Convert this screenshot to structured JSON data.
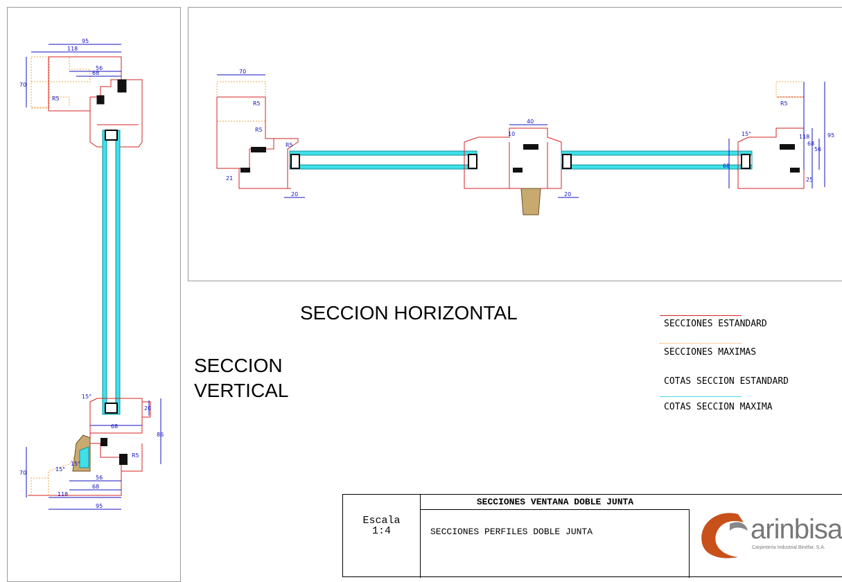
{
  "headings": {
    "horizontal": "SECCION HORIZONTAL",
    "vertical_line1": "SECCION",
    "vertical_line2": "VERTICAL"
  },
  "legend": [
    {
      "label": "SECCIONES ESTANDARD",
      "color": "#ff0000",
      "style": "solid"
    },
    {
      "label": "SECCIONES MAXIMAS",
      "color": "#ff9900",
      "style": "dotted"
    },
    {
      "label": "COTAS SECCION ESTANDARD",
      "color": "#0000ff",
      "style": "none"
    },
    {
      "label": "COTAS SECCION MAXIMA",
      "color": "#00bfff",
      "style": "solid"
    }
  ],
  "titleblock": {
    "scale_label": "Escala",
    "scale_value": "1:4",
    "title": "SECCIONES VENTANA DOBLE JUNTA",
    "description": "SECCIONES PERFILES DOBLE JUNTA",
    "logo_text": "arinbisa",
    "logo_sub": "Carpintería Industrial Binéfar, S.A."
  },
  "dimensions_vertical": {
    "top": [
      "95",
      "118",
      "56",
      "68",
      "70",
      "R5"
    ],
    "bottom": [
      "68",
      "20",
      "86",
      "R5",
      "56",
      "68",
      "118",
      "95",
      "70",
      "15°",
      "15°",
      "15°"
    ]
  },
  "dimensions_horizontal": [
    "70",
    "R5",
    "R5",
    "R5",
    "21",
    "20",
    "40",
    "10",
    "20",
    "68",
    "15°",
    "R5",
    "118",
    "68",
    "56",
    "95",
    "25"
  ],
  "colors": {
    "standard": "#d62020",
    "maximum": "#f0a040",
    "dims": "#1010c0",
    "glass": "#40e0e8",
    "gasket": "#111111",
    "wood_trim": "#c8aa70"
  }
}
